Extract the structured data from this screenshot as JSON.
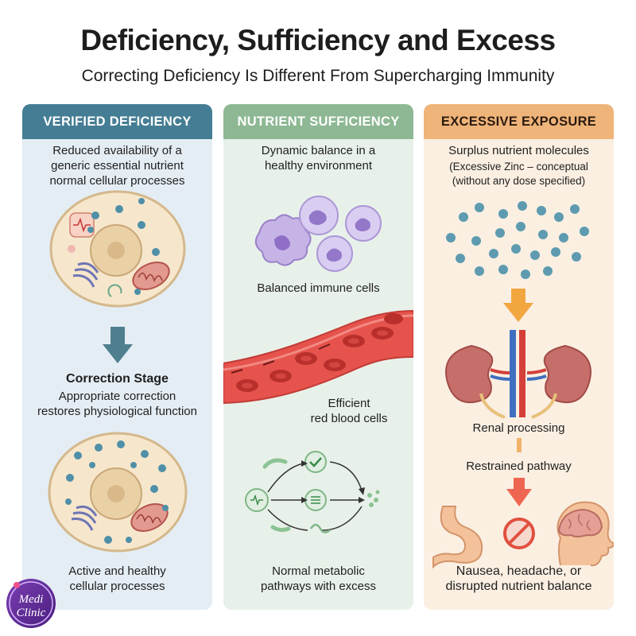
{
  "header": {
    "title": "Deficiency, Sufficiency and Excess",
    "subtitle": "Correcting Deficiency Is Different From Supercharging Immunity"
  },
  "panels": {
    "deficiency": {
      "title": "VERIFIED DEFICIENCY",
      "intro": [
        "Reduced availability of a",
        "generic essential nutrient",
        "normal cellular processes"
      ],
      "stage_title": "Correction Stage",
      "stage_text": [
        "Appropriate correction",
        "restores physiological function"
      ],
      "footer": [
        "Active and healthy",
        "cellular processes"
      ]
    },
    "sufficiency": {
      "title": "NUTRIENT SUFFICIENCY",
      "intro": [
        "Dynamic balance in a",
        "healthy environment"
      ],
      "immune_label": "Balanced immune cells",
      "rbc_label": [
        "Efficient",
        "red blood cells"
      ],
      "footer": [
        "Normal metabolic",
        "pathways with excess"
      ]
    },
    "excess": {
      "title": "EXCESSIVE EXPOSURE",
      "intro": "Surplus nutrient molecules",
      "note": [
        "(Excessive Zinc – conceptual",
        "(without any dose specified)"
      ],
      "renal_label": "Renal processing",
      "pathway_label": "Restrained pathway",
      "footer": [
        "Nausea, headache, or",
        "disrupted nutrient balance"
      ]
    }
  },
  "logo": {
    "line1": "Medi",
    "line2": "Clinic"
  },
  "colors": {
    "blue_header": "#457d94",
    "green_header": "#8db893",
    "orange_header": "#efb47a"
  },
  "icons": [
    "cell-icon",
    "down-arrow-icon",
    "immune-cell-icon",
    "red-blood-cell-icon",
    "metabolic-pathway-icon",
    "kidney-icon",
    "stomach-icon",
    "prohibition-icon",
    "head-brain-icon"
  ]
}
